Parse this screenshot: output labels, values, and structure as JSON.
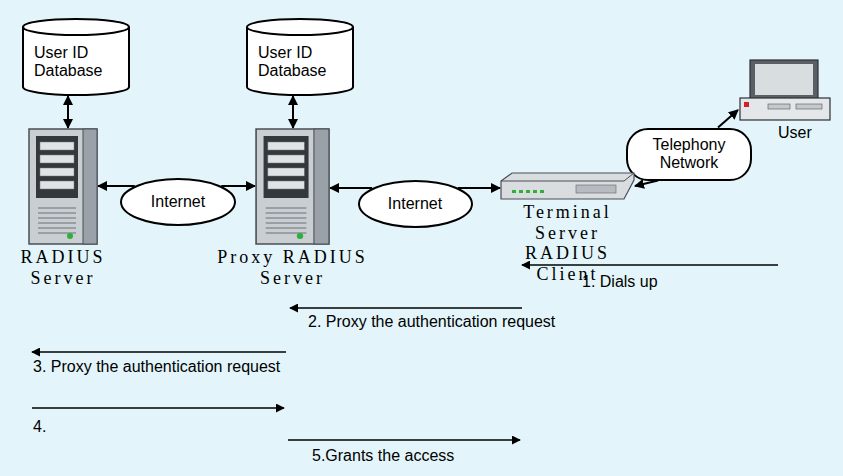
{
  "diagram": {
    "nodes": [
      {
        "text": [
          "User ID Database"
        ]
      },
      {
        "text": [
          "User ID Database"
        ]
      },
      {
        "text": [
          "User"
        ]
      },
      {
        "text": [
          "Telephony Network"
        ]
      },
      {
        "text": [
          "RADIUS Server"
        ]
      },
      {
        "text": [
          "Internet"
        ]
      },
      {
        "text": [
          "Proxy RADIUS Server"
        ]
      },
      {
        "text": [
          "Internet"
        ]
      },
      {
        "text": [
          "Terminal Server RADIUS Client"
        ]
      }
    ],
    "edges": [
      {
        "from": 0,
        "to": 4,
        "arrow": "both"
      },
      {
        "from": 1,
        "to": 6,
        "arrow": "both"
      },
      {
        "from": 5,
        "to": 4,
        "arrow": "to"
      },
      {
        "from": 5,
        "to": 6,
        "arrow": "to"
      },
      {
        "from": 7,
        "to": 6,
        "arrow": "to"
      },
      {
        "from": 7,
        "to": 8,
        "arrow": "to"
      },
      {
        "from": 3,
        "to": 8,
        "arrow": "to"
      },
      {
        "from": 3,
        "to": 2,
        "arrow": "to"
      }
    ],
    "labels": [
      "1. Dials up",
      "2. Proxy the authentication request",
      "3. Proxy the authentication request",
      "4.",
      "5.Grants the access"
    ]
  }
}
